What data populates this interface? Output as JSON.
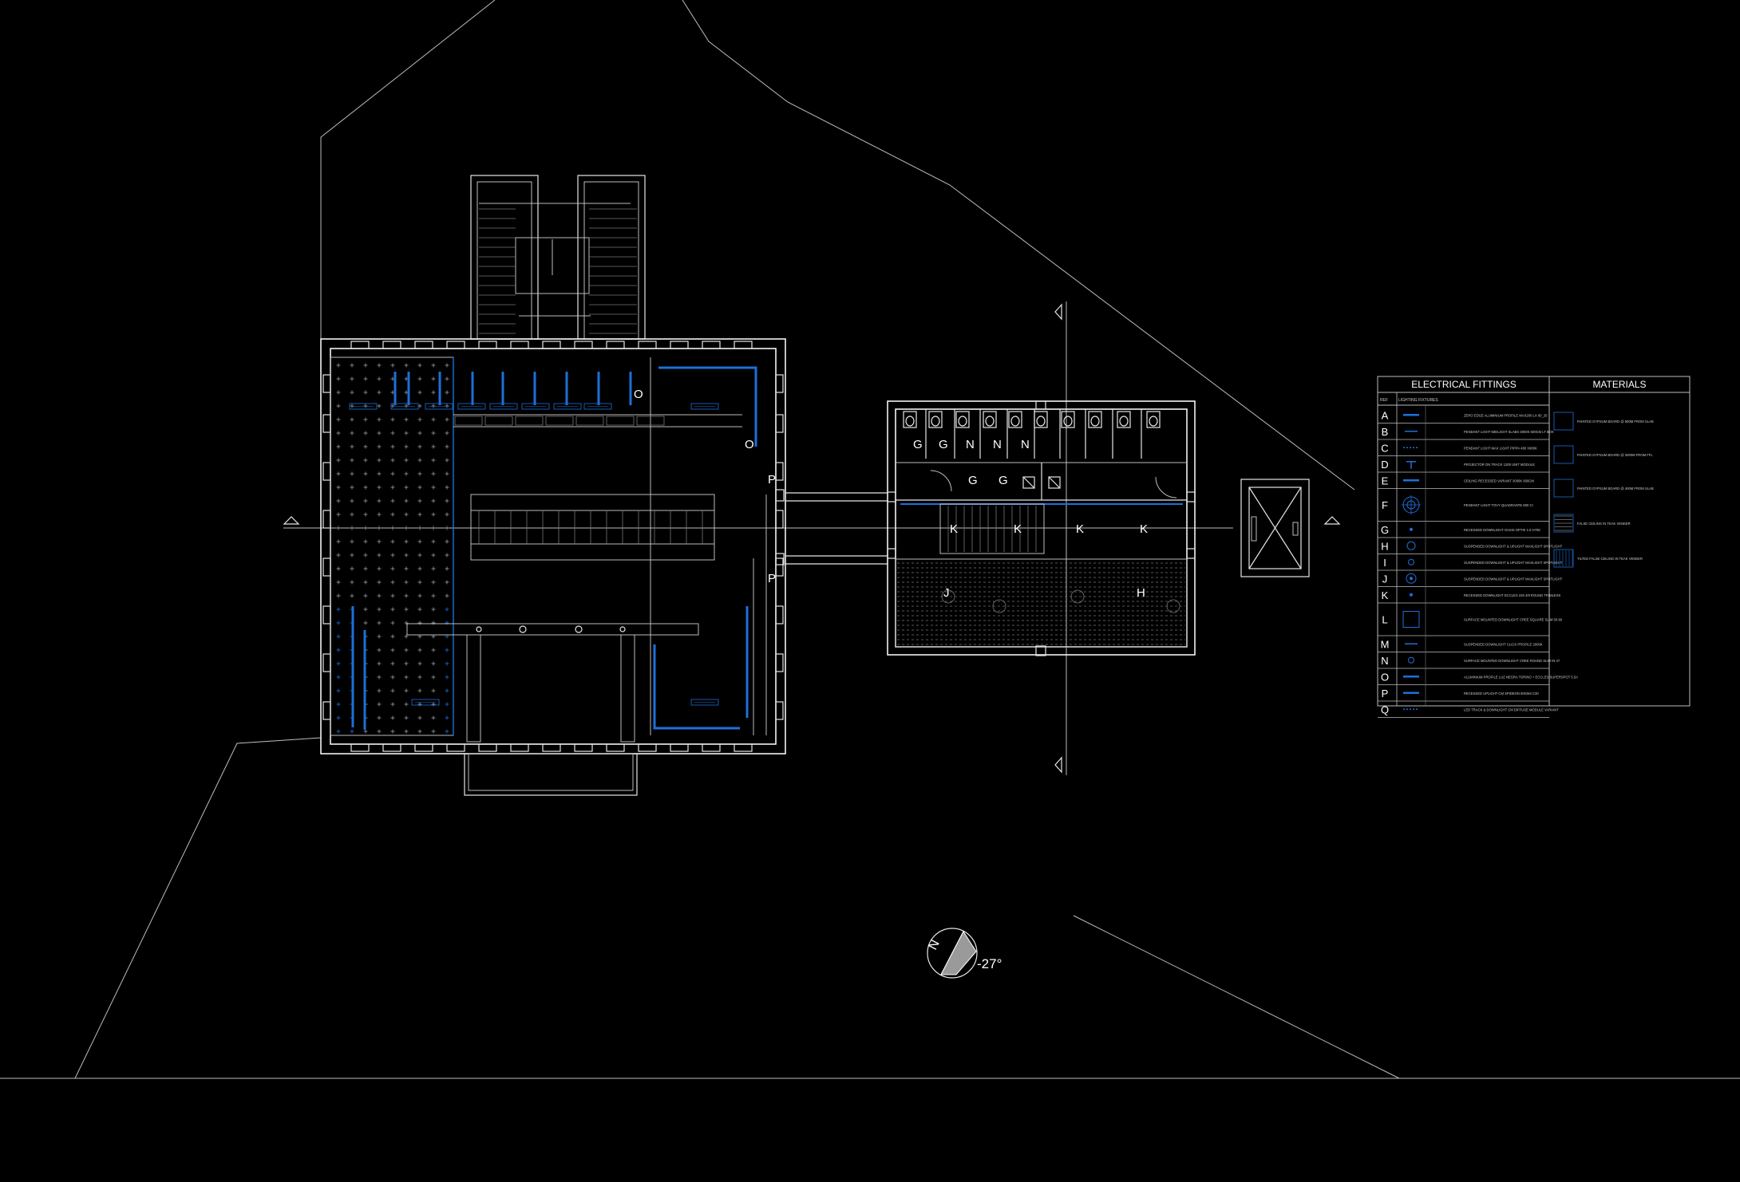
{
  "room_labels": {
    "p1": "P",
    "p2": "P",
    "o1": "O",
    "o2": "O",
    "g1": "G",
    "g2": "G",
    "g3": "G",
    "g4": "G",
    "n1": "N",
    "n2": "N",
    "n3": "N",
    "k1": "K",
    "k2": "K",
    "k3": "K",
    "k4": "K",
    "j": "J",
    "h": "H"
  },
  "north": {
    "letter": "N",
    "angle": "-27°"
  },
  "legend": {
    "electrical_title": "ELECTRICAL FITTINGS",
    "materials_title": "MATERIALS",
    "ref_header": "REF",
    "lighting_header": "LIGHTING FIXTURES",
    "rows": [
      {
        "ref": "A",
        "desc": "ZERO EDGE ALUMINIUM PROFILE MAX200 LX 60_20",
        "symbol": "bar"
      },
      {
        "ref": "B",
        "desc": "PENDANT LIGHT MIDLIGHT SLABS 3000K 600CM LT BOX",
        "symbol": "bar-thin"
      },
      {
        "ref": "C",
        "desc": "PENDANT LIGHT MAX LIGHT PIPPA 480 X900K",
        "symbol": "dash"
      },
      {
        "ref": "D",
        "desc": "PROJECTOR ON TRACK 1200 UNIT MODULE",
        "symbol": "tee"
      },
      {
        "ref": "E",
        "desc": "CEILING RECESSED VARIANT 3000K 600CM",
        "symbol": "bar"
      },
      {
        "ref": "F",
        "desc": "PENDANT LIGHT TOVY QUADRANTE 800 CI",
        "symbol": "target"
      },
      {
        "ref": "G",
        "desc": "RECESSED DOWNLIGHT OASIS OPTIK 1.5 H708",
        "symbol": "dot"
      },
      {
        "ref": "H",
        "desc": "SUSPENDED DOWNLIGHT & UPLIGHT MAXLIGHT SPOTLIGHT",
        "symbol": "ring"
      },
      {
        "ref": "I",
        "desc": "SUSPENDED DOWNLIGHT & UPLIGHT MAXLIGHT SPOTLIGHT",
        "symbol": "ring-small"
      },
      {
        "ref": "J",
        "desc": "SUSPENDED DOWNLIGHT & UPLIGHT MAXLIGHT SPOTLIGHT",
        "symbol": "ring-dot"
      },
      {
        "ref": "K",
        "desc": "RECESSED DOWNLIGHT ECCLES 225 4/9 ROUND TRIMLESS",
        "symbol": "dot"
      },
      {
        "ref": "L",
        "desc": "SURFACE MOUNTED DOWNLIGHT CREE SQUARE SLIM 50-60",
        "symbol": "square"
      },
      {
        "ref": "M",
        "desc": "SUSPENDED DOWNLIGHT CLICK PROFILE 2000K",
        "symbol": "bar-thin"
      },
      {
        "ref": "N",
        "desc": "SURFACE MOUNTED DOWNLIGHT CREE ROUND SLIM IN 47",
        "symbol": "ring-small"
      },
      {
        "ref": "O",
        "desc": "ALUMINIUM PROFILE LUZ NEGRA TORINO + ECCLES SUPERSPOT 5.5A",
        "symbol": "bar"
      },
      {
        "ref": "P",
        "desc": "RECESSED UPLIGHT CM SPIDEON 60GM4 C30",
        "symbol": "bar"
      },
      {
        "ref": "Q",
        "desc": "LED TRACK & DOWNLIGHT CM DIFFUSE MODULE VARIANT",
        "symbol": "dash"
      }
    ],
    "materials": [
      "PAINTED GYPSUM BOARD @ 900M FROM SLAB",
      "PAINTED GYPSUM BOARD @ 3000M FROM FFL",
      "PAINTED GYPSUM BOARD @ 400M FROM SLAB",
      "FALSE CEILING IN TEAK VENEER",
      "TILTED FALSE CEILING IN TEAK VENEER"
    ]
  },
  "colors": {
    "background": "#000000",
    "linework": "#e6e6e6",
    "lighting": "#1e6fd9"
  }
}
